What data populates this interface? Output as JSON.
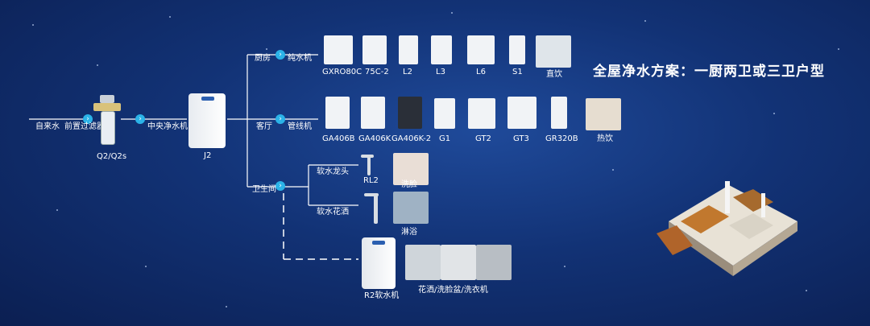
{
  "title": "全屋净水方案：一厨两卫或三卫户型",
  "nodes": {
    "inlet": "自来水",
    "prefilter": "前置过滤器",
    "prefilter_model": "Q2/Q2s",
    "central": "中央净水机",
    "central_model": "J2",
    "kitchen": "厨房",
    "pure_water": "纯水机",
    "living": "客厅",
    "pipeline": "管线机",
    "bathroom": "卫生间",
    "soft_faucet": "软水龙头",
    "soft_shower": "软水花洒",
    "softener": "R2软水机"
  },
  "kitchen_products": [
    "GXRO80C",
    "75C-2",
    "L2",
    "L3",
    "L6",
    "S1",
    "直饮"
  ],
  "living_products": [
    "GA406B",
    "GA406K",
    "GA406K-2",
    "G1",
    "GT2",
    "GT3",
    "GR320B",
    "热饮"
  ],
  "bath_items": {
    "faucet_model": "RL2",
    "wash_face": "洗脸",
    "shower": "淋浴",
    "appliances": "花洒/洗脸盆/洗衣机"
  },
  "colors": {
    "accent": "#2bb3e8",
    "line": "#ffffff",
    "bg": "#123275"
  }
}
